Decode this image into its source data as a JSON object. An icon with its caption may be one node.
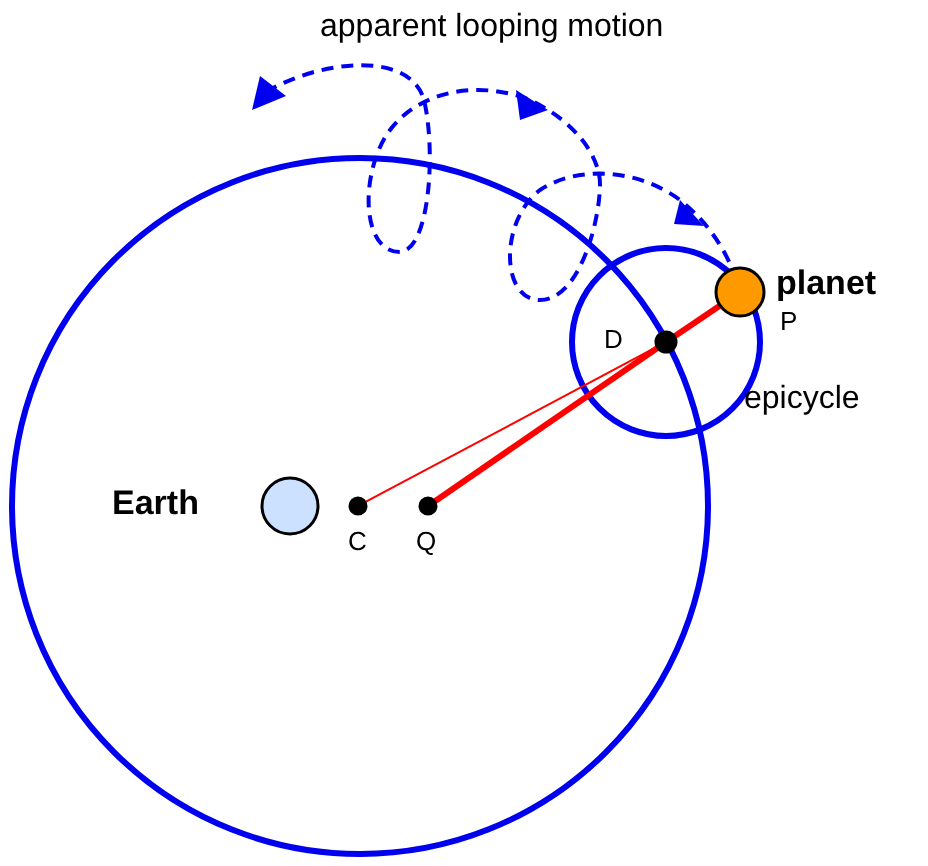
{
  "diagram": {
    "nodes": [
      {
        "text": [
          "Earth"
        ]
      },
      {
        "text": [
          "C"
        ]
      },
      {
        "text": [
          "Q"
        ]
      },
      {
        "text": [
          "D"
        ]
      },
      {
        "text": [
          "planet"
        ],
        "beside": [
          "P"
        ]
      }
    ],
    "edges": [
      {
        "from": 1,
        "to": 3,
        "arrow": "none"
      },
      {
        "from": 2,
        "to": 3,
        "arrow": "none"
      },
      {
        "from": 3,
        "to": 4,
        "arrow": "none"
      }
    ],
    "labels": [
      "apparent looping motion",
      "epicycle"
    ]
  }
}
